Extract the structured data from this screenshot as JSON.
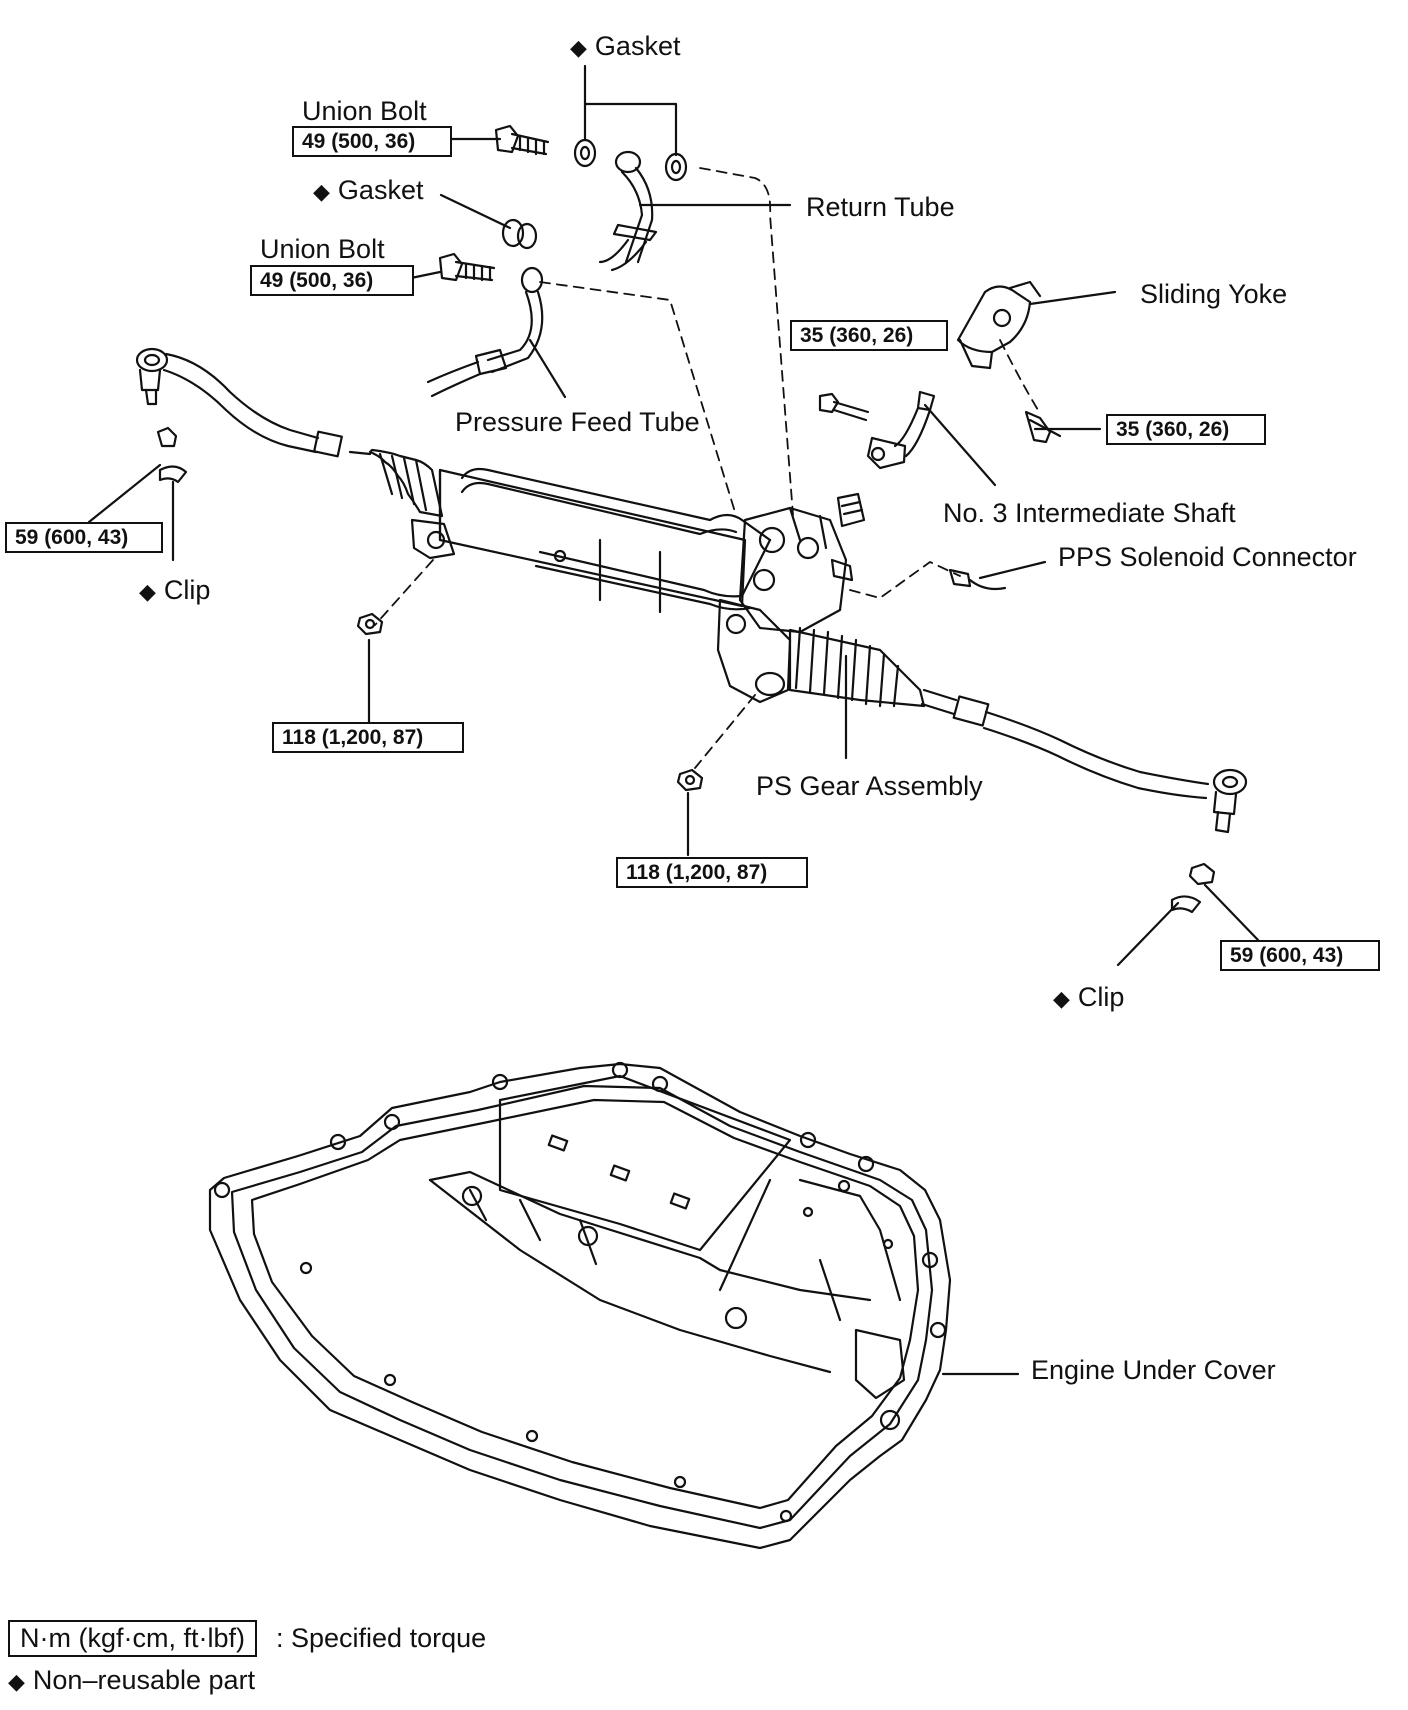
{
  "labels": {
    "gasket_top": "Gasket",
    "gasket_mid": "Gasket",
    "union_bolt_top": "Union Bolt",
    "union_bolt_mid": "Union Bolt",
    "return_tube": "Return Tube",
    "sliding_yoke": "Sliding Yoke",
    "pressure_feed_tube": "Pressure Feed Tube",
    "intermediate_shaft": "No. 3 Intermediate Shaft",
    "pps_connector": "PPS Solenoid Connector",
    "clip_left": "Clip",
    "clip_right": "Clip",
    "ps_gear_assembly": "PS Gear Assembly",
    "engine_under_cover": "Engine Under Cover"
  },
  "torques": {
    "union_bolt_top": "49 (500, 36)",
    "union_bolt_mid": "49 (500, 36)",
    "shaft_left": "35 (360, 26)",
    "shaft_right": "35 (360, 26)",
    "tie_rod_left": "59 (600, 43)",
    "tie_rod_right": "59 (600, 43)",
    "mount_left": "118 (1,200, 87)",
    "mount_right": "118 (1,200, 87)"
  },
  "legend": {
    "torque_unit": "N·m (kgf·cm, ft·lbf)",
    "torque_desc": ": Specified torque",
    "non_reusable": "Non–reusable part"
  },
  "symbols": {
    "diamond": "◆"
  },
  "colors": {
    "ink": "#111111",
    "paper": "#ffffff"
  }
}
